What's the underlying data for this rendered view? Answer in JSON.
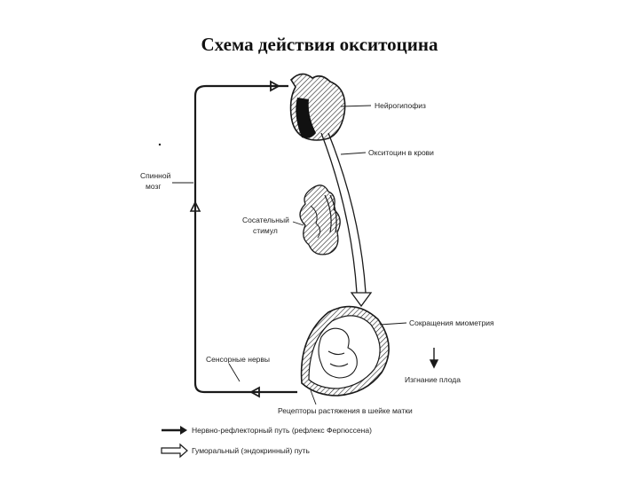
{
  "title": "Схема действия окситоцина",
  "labels": {
    "neurohypophysis": "Нейрогипофиз",
    "oxytocin_blood": "Окситоцин в крови",
    "spinal_cord_1": "Спинной",
    "spinal_cord_2": "мозг",
    "suckling_1": "Сосательный",
    "suckling_2": "стимул",
    "myometrium": "Сокращения миометрия",
    "sensory_nerves": "Сенсорные нервы",
    "expulsion": "Изгнание плода",
    "receptors": "Рецепторы растяжения в шейке матки"
  },
  "legend": {
    "neural": "Нервно-рефлекторный путь (рефлекс Фергюссена)",
    "humoral": "Гуморальный (эндокринный) путь"
  },
  "colors": {
    "line": "#1a1a1a",
    "fill_dark": "#111111"
  }
}
